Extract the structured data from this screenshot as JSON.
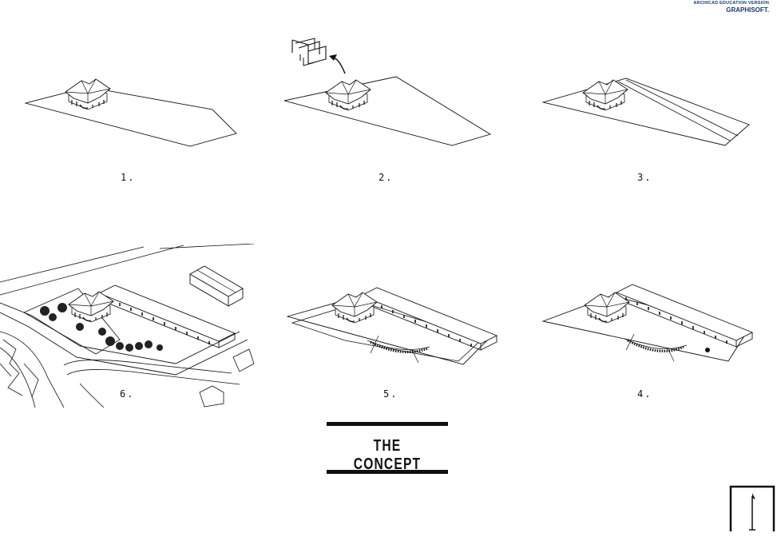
{
  "watermark": {
    "line1": "ARCHICAD EDUCATION VERSION",
    "line2": "GRAPHISOFT."
  },
  "steps": [
    {
      "label": "1."
    },
    {
      "label": "2."
    },
    {
      "label": "3."
    },
    {
      "label": "4."
    },
    {
      "label": "5."
    },
    {
      "label": "6."
    }
  ],
  "concept": {
    "title": "THE CONCEPT"
  }
}
